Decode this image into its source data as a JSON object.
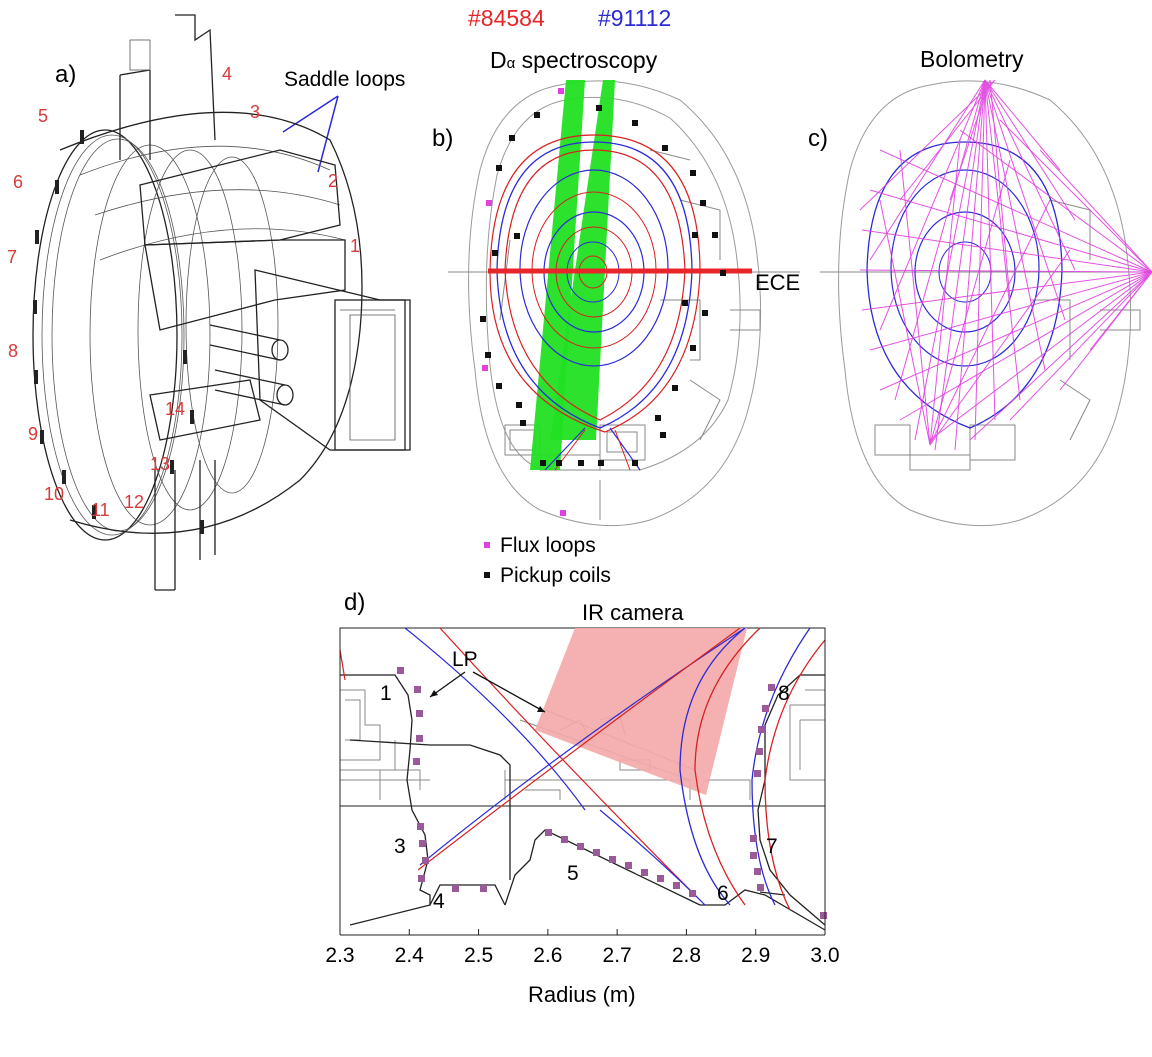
{
  "panel_a": {
    "label": "a)",
    "saddle_title": "Saddle loops",
    "numbers": [
      "1",
      "2",
      "3",
      "4",
      "5",
      "6",
      "7",
      "8",
      "9",
      "10",
      "11",
      "12",
      "13",
      "14"
    ]
  },
  "panel_b": {
    "label": "b)",
    "shot_red": "#84584",
    "shot_blue": "#91112",
    "spectro_title_main": "D",
    "spectro_title_sub": "α",
    "spectro_title_rest": " spectroscopy",
    "ece": "ECE",
    "legend_flux": "Flux loops",
    "legend_pickup": "Pickup coils"
  },
  "panel_c": {
    "label": "c)",
    "title": "Bolometry"
  },
  "panel_d": {
    "label": "d)",
    "ir": "IR camera",
    "lp": "LP",
    "tile_numbers": [
      "1",
      "3",
      "4",
      "5",
      "6",
      "7",
      "8"
    ],
    "x_ticks": [
      "2.3",
      "2.4",
      "2.5",
      "2.6",
      "2.7",
      "2.8",
      "2.9",
      "3.0"
    ],
    "x_label": "Radius (m)"
  },
  "colors": {
    "red": "#e8262a",
    "blue": "#2b2bd6",
    "green": "#22e022",
    "magenta": "#e040e0",
    "ir_fill": "#f4a8a8",
    "probe": "#9a5a9a"
  }
}
